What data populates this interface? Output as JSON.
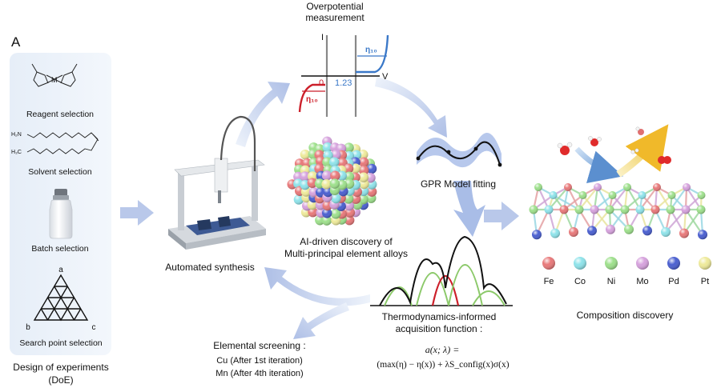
{
  "panel_label": "A",
  "doe": {
    "reagent_label": "Reagent selection",
    "reagent_metal": "M",
    "solvent_label": "Solvent selection",
    "solvent_nh2": "H₂N",
    "solvent_ch3": "H₃C",
    "batch_label": "Batch selection",
    "search_label": "Search point selection",
    "vertex_a": "a",
    "vertex_b": "b",
    "vertex_c": "c",
    "title_line1": "Design of experiments",
    "title_line2": "(DoE)"
  },
  "overpotential": {
    "title_line1": "Overpotential",
    "title_line2": "measurement",
    "axis_i": "I",
    "axis_v": "V",
    "zero_label": "0",
    "potential_label": "1.23",
    "eta_label": "η₁₀"
  },
  "gpr_label": "GPR Model fitting",
  "center_line1": "AI-driven discovery of",
  "center_line2": "Multi-principal element alloys",
  "synthesis_label": "Automated synthesis",
  "acquisition": {
    "line1": "Thermodynamics-informed",
    "line2": "acquisition function :",
    "eq_line1": "a(x; λ) =",
    "eq_line2": "(max(η) − η(x)) + λS_config(x)σ(x)"
  },
  "screening": {
    "title": "Elemental screening :",
    "item1": "Cu (After 1st iteration)",
    "item2": "Mn (After 4th iteration)"
  },
  "composition_label": "Composition discovery",
  "elements": [
    {
      "symbol": "Fe",
      "color": "#e8797a"
    },
    {
      "symbol": "Co",
      "color": "#8fe3ea"
    },
    {
      "symbol": "Ni",
      "color": "#9ee08c"
    },
    {
      "symbol": "Mo",
      "color": "#d6a2dd"
    },
    {
      "symbol": "Pd",
      "color": "#4a5fd0"
    },
    {
      "symbol": "Pt",
      "color": "#eeea9a"
    }
  ],
  "colors": {
    "red_curve": "#cc1f2a",
    "blue_curve": "#3a78c8",
    "cycle_arrow": "#aebfe6",
    "panel_bg": "#eaf1fa"
  }
}
